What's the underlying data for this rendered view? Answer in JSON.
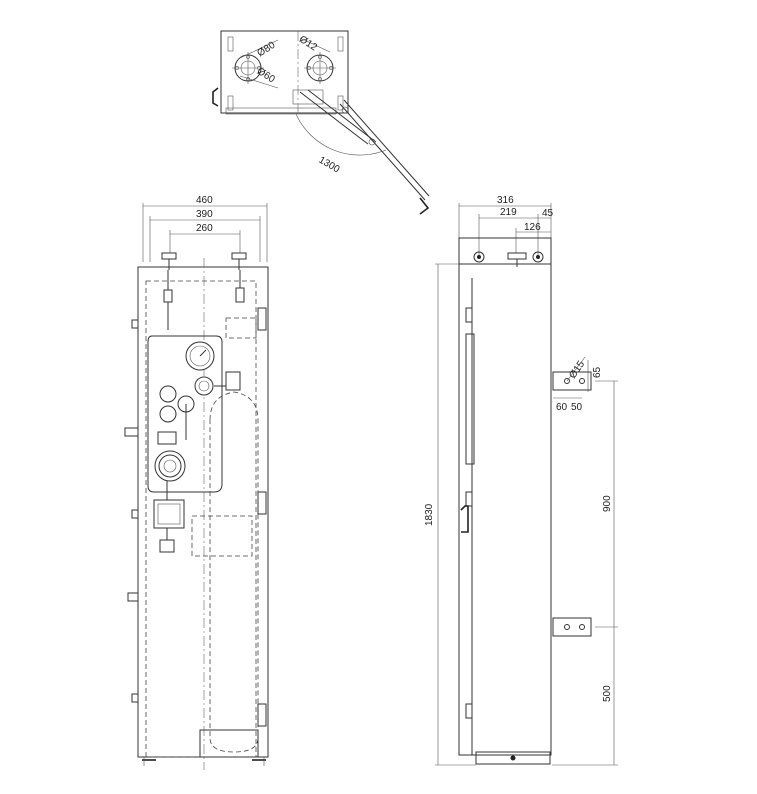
{
  "top_view": {
    "dia_80": "Ø80",
    "dia_12": "Ø12",
    "dia_60": "Ø60",
    "swing": "1300"
  },
  "front_view": {
    "width_overall": "460",
    "width_mid": "390",
    "width_inner": "260"
  },
  "side_view": {
    "depth_overall": "316",
    "depth_219": "219",
    "offset_45": "45",
    "offset_126": "126",
    "height_total": "1830",
    "hole_dia": "Ø15",
    "bracket_65": "65",
    "bracket_60": "60",
    "bracket_50": "50",
    "spacing_900": "900",
    "base_500": "500"
  },
  "colors": {
    "line": "#333333",
    "background": "#ffffff"
  }
}
